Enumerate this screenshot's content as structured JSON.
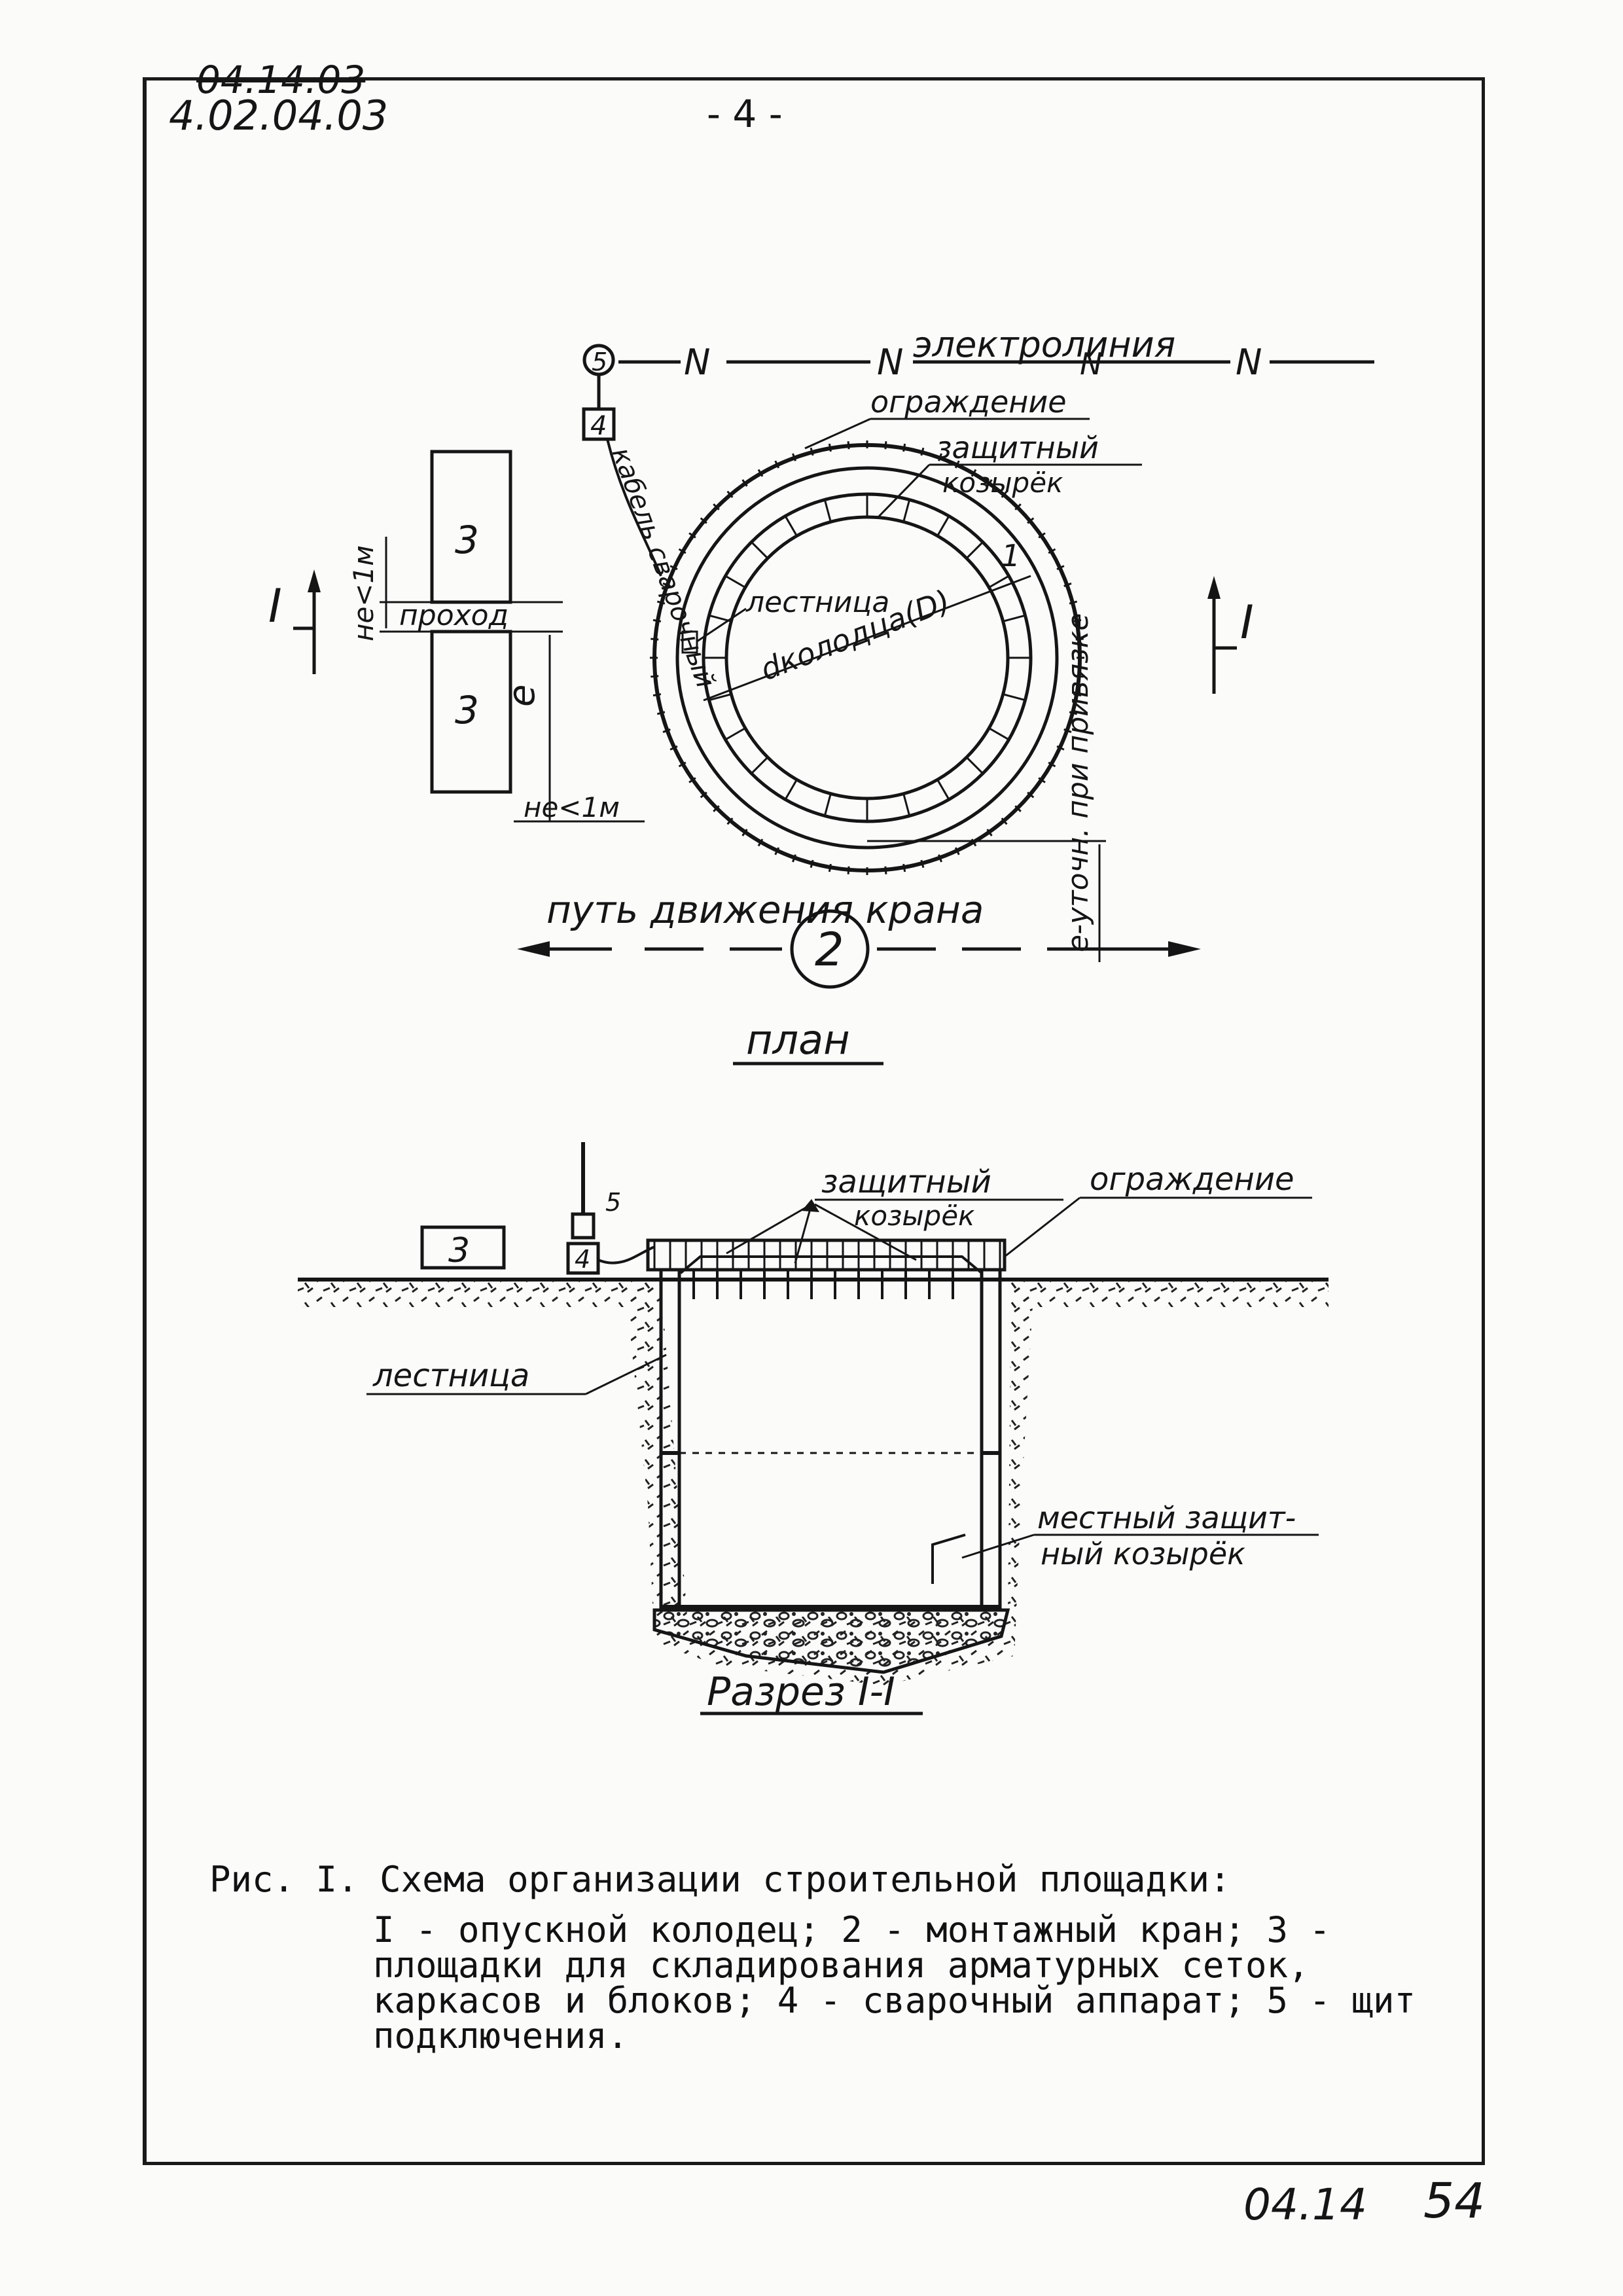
{
  "header": {
    "code_crossed": "04.14.03",
    "code": "4.02.04.03",
    "page_number": "- 4 -"
  },
  "plan": {
    "powerline_label": "электролиния",
    "powerline_marks": [
      "N",
      "N",
      "N",
      "N"
    ],
    "fence_label": "ограждение",
    "canopy_label_1": "защитный",
    "canopy_label_2": "козырёк",
    "cable_label": "кабель сварочный",
    "ladder_label": "лестница",
    "diameter_label": "dколодца(D)",
    "binding_label": "e-уточн. при привязке",
    "storage_label": "3",
    "storage_label_2": "3",
    "passage_label": "проход",
    "min_dist_label": "не<1м",
    "min_dist_label_2": "не<1м",
    "dim_e_label": "e",
    "welder_label": "4",
    "panel_label": "5",
    "well_label": "1",
    "crane_path_label": "путь движения крана",
    "crane_label": "2",
    "section_mark_left": "I",
    "section_mark_right": "I",
    "title": "план"
  },
  "section": {
    "canopy_label_1": "защитный",
    "canopy_label_2": "козырёк",
    "fence_label": "ограждение",
    "ladder_label": "лестница",
    "local_canopy_1": "местный защит-",
    "local_canopy_2": "ный козырёк",
    "storage_label": "3",
    "welder_label": "4",
    "panel_label": "5",
    "title": "Разрез I-I"
  },
  "caption": {
    "title": "Рис. I. Схема организации строительной площадки:",
    "body": "I - опускной колодец; 2 - монтажный кран; 3 - площадки для складирования арматурных сеток, каркасов и блоков; 4 - сварочный аппарат; 5 - щит подключения."
  },
  "footer": {
    "code": "04.14",
    "page": "54"
  }
}
